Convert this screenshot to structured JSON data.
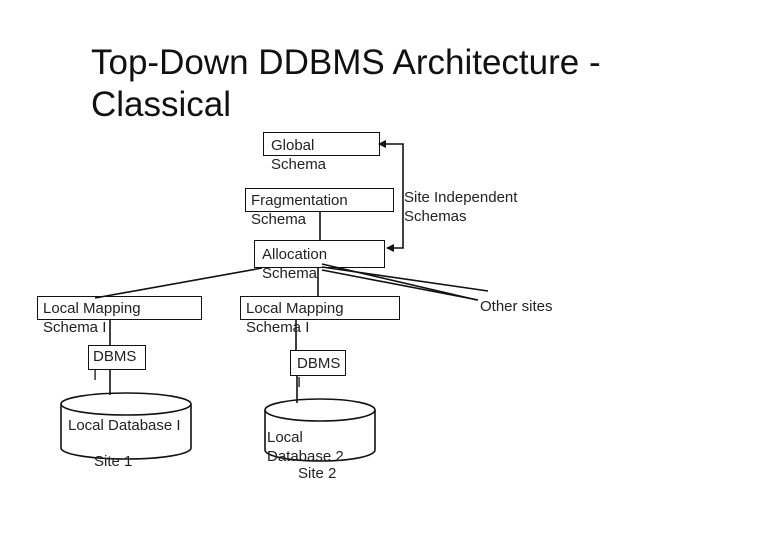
{
  "title": "Top-Down DDBMS Architecture -\nClassical",
  "nodes": {
    "global_schema": "Global\nSchema",
    "fragmentation_schema": "Fragmentation\nSchema",
    "allocation_schema": "Allocation\nSchema",
    "local_mapping_1": "Local Mapping\nSchema I",
    "local_mapping_2": "Local Mapping\nSchema I",
    "dbms_1": "DBMS\nI",
    "dbms_2": "DBMS\nI",
    "local_database_1": "Local Database I",
    "local_database_2": "Local\nDatabase 2",
    "site_1": "Site 1",
    "site_2": "Site 2"
  },
  "annotations": {
    "site_independent": "Site Independent\nSchemas",
    "other_sites": "Other sites"
  }
}
